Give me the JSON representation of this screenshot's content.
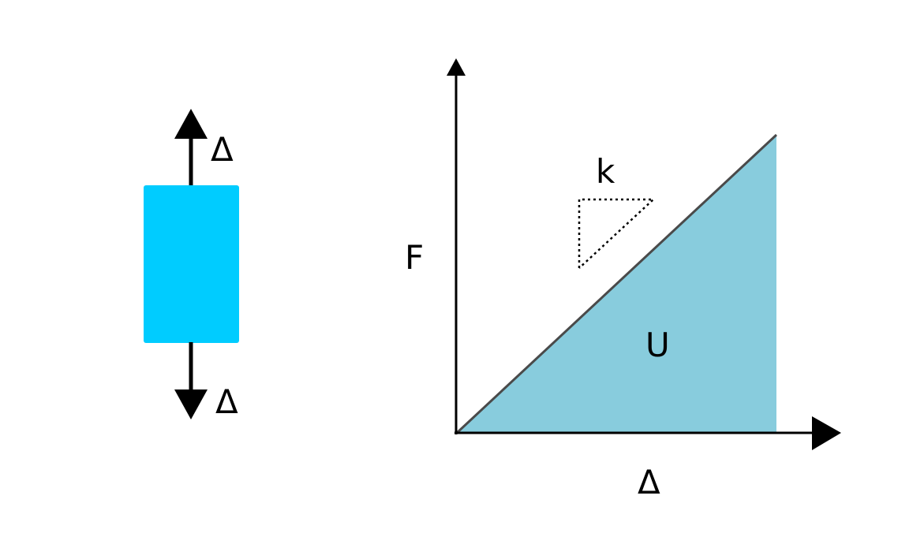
{
  "labels": {
    "delta_top": "Δ",
    "delta_bottom": "Δ",
    "force_axis": "F",
    "displacement_axis": "Δ",
    "stiffness": "k",
    "energy": "U"
  },
  "colors": {
    "specimen": "#00ccff",
    "energy_area": "#88ccdd",
    "stroke": "#000000",
    "load_line": "#4a4a4a"
  }
}
